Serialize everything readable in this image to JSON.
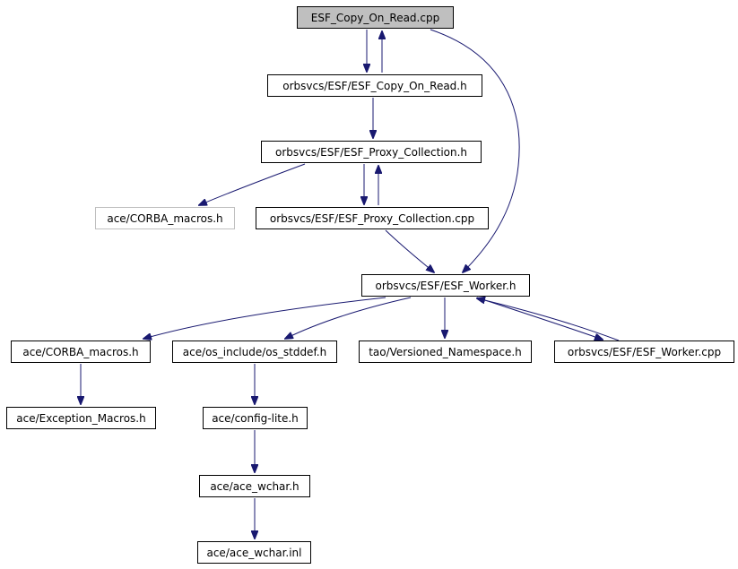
{
  "diagram": {
    "type": "include-dependency-graph",
    "colors": {
      "edge": "#191970",
      "node_border": "#000000",
      "current_node_fill": "#bfbfbf",
      "external_node_border": "#bfbfbf"
    },
    "nodes": {
      "n0": {
        "label": "ESF_Copy_On_Read.cpp",
        "style": "current"
      },
      "n1": {
        "label": "orbsvcs/ESF/ESF_Copy_On_Read.h",
        "style": "normal"
      },
      "n2": {
        "label": "orbsvcs/ESF/ESF_Proxy_Collection.h",
        "style": "normal"
      },
      "n3": {
        "label": "ace/CORBA_macros.h",
        "style": "external"
      },
      "n4": {
        "label": "orbsvcs/ESF/ESF_Proxy_Collection.cpp",
        "style": "normal"
      },
      "n5": {
        "label": "orbsvcs/ESF/ESF_Worker.h",
        "style": "normal"
      },
      "n6": {
        "label": "ace/CORBA_macros.h",
        "style": "normal"
      },
      "n7": {
        "label": "ace/os_include/os_stddef.h",
        "style": "normal"
      },
      "n8": {
        "label": "tao/Versioned_Namespace.h",
        "style": "normal"
      },
      "n9": {
        "label": "orbsvcs/ESF/ESF_Worker.cpp",
        "style": "normal"
      },
      "n10": {
        "label": "ace/Exception_Macros.h",
        "style": "normal"
      },
      "n11": {
        "label": "ace/config-lite.h",
        "style": "normal"
      },
      "n12": {
        "label": "ace/ace_wchar.h",
        "style": "normal"
      },
      "n13": {
        "label": "ace/ace_wchar.inl",
        "style": "normal"
      }
    },
    "edges": [
      {
        "from": "n0",
        "to": "n1"
      },
      {
        "from": "n1",
        "to": "n0"
      },
      {
        "from": "n0",
        "to": "n5"
      },
      {
        "from": "n1",
        "to": "n2"
      },
      {
        "from": "n2",
        "to": "n3"
      },
      {
        "from": "n2",
        "to": "n4"
      },
      {
        "from": "n4",
        "to": "n2"
      },
      {
        "from": "n4",
        "to": "n5"
      },
      {
        "from": "n5",
        "to": "n6"
      },
      {
        "from": "n5",
        "to": "n7"
      },
      {
        "from": "n5",
        "to": "n8"
      },
      {
        "from": "n5",
        "to": "n9"
      },
      {
        "from": "n9",
        "to": "n5"
      },
      {
        "from": "n6",
        "to": "n10"
      },
      {
        "from": "n7",
        "to": "n11"
      },
      {
        "from": "n11",
        "to": "n12"
      },
      {
        "from": "n12",
        "to": "n13"
      }
    ]
  }
}
